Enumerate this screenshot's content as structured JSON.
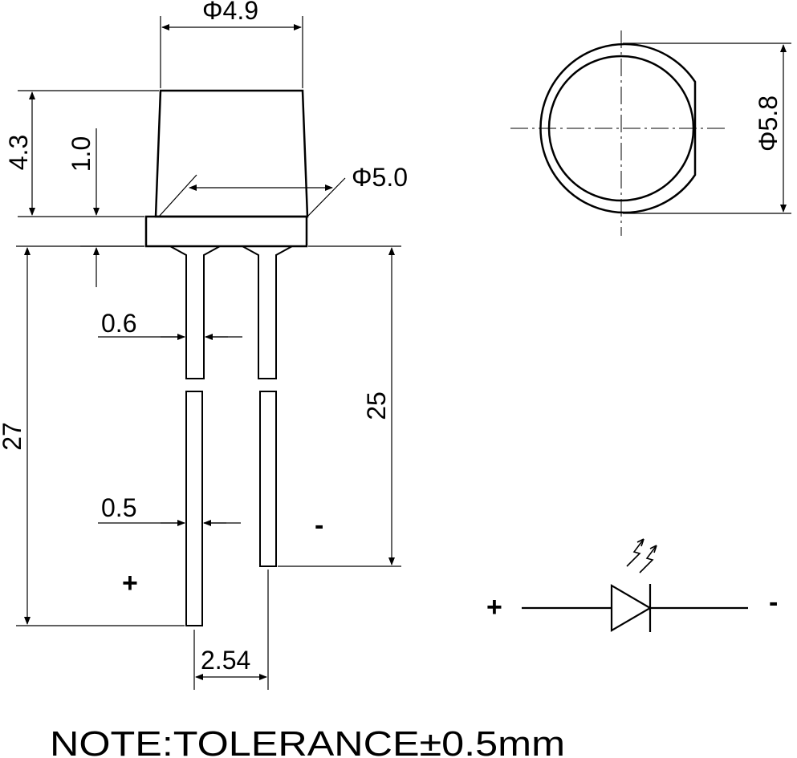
{
  "dimensions": {
    "top_diameter": "Φ4.9",
    "body_height": "4.3",
    "flange_height": "1.0",
    "flange_diameter": "Φ5.0",
    "outer_diameter": "Φ5.8",
    "lead_width_upper": "0.6",
    "lead_width_lower": "0.5",
    "lead_length_long": "27",
    "lead_length_short": "25",
    "lead_pitch": "2.54"
  },
  "polarity": {
    "anode_lead": "+",
    "cathode_lead": "-",
    "symbol_plus": "+",
    "symbol_minus": "-"
  },
  "note": "NOTE:TOLERANCE±0.5mm"
}
